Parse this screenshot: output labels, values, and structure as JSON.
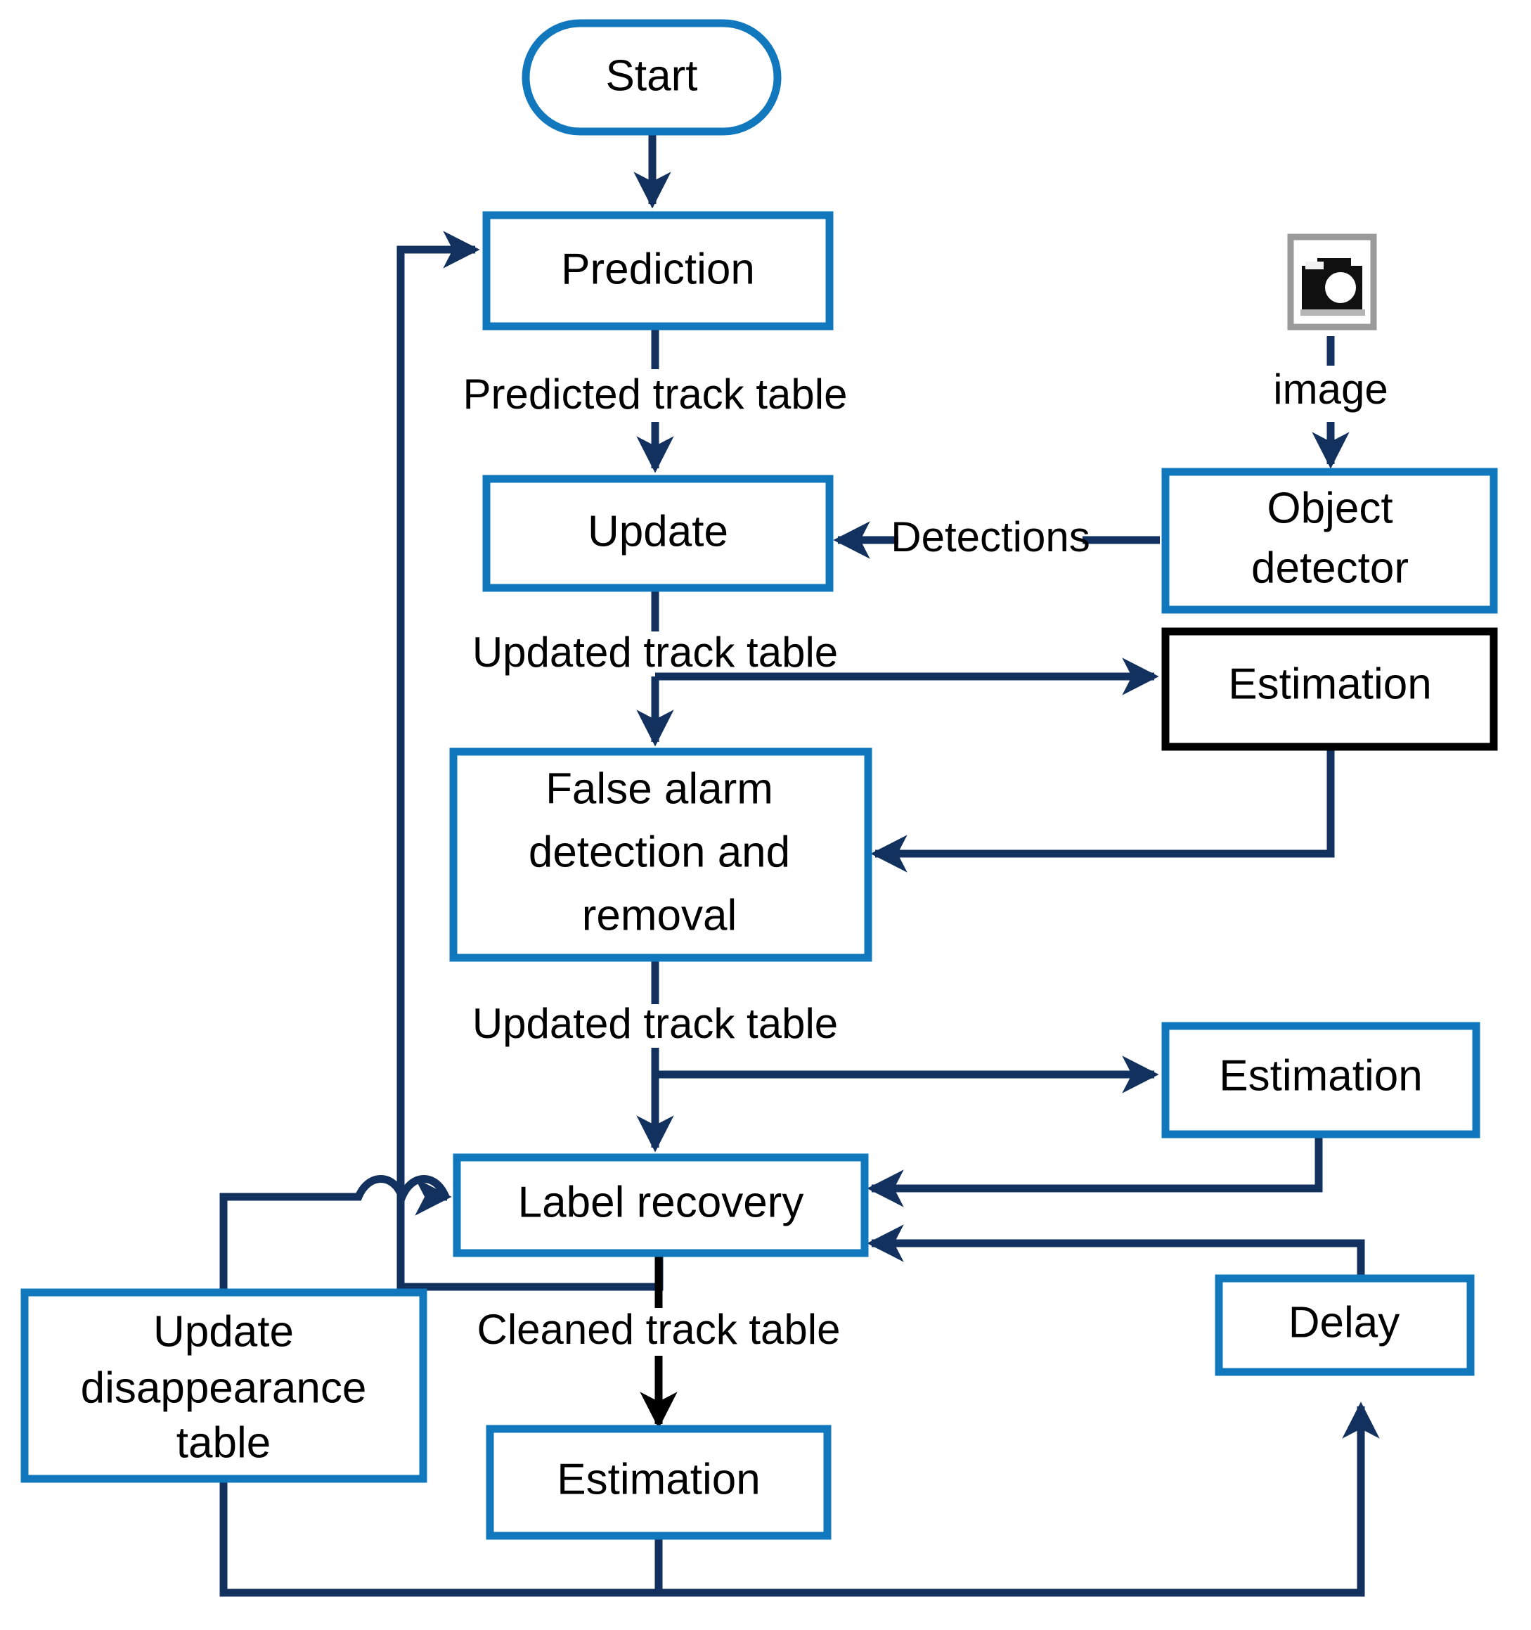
{
  "diagram": {
    "title": "Multi-object tracking pipeline flowchart",
    "colors": {
      "node_blue": "#1278be",
      "node_black": "#000000",
      "edge_navy": "#12315e",
      "edge_black": "#000000",
      "background": "#ffffff"
    },
    "nodes": {
      "start": {
        "label": "Start",
        "shape": "pill",
        "border": "blue"
      },
      "prediction": {
        "label": "Prediction",
        "shape": "rect",
        "border": "blue"
      },
      "update": {
        "label": "Update",
        "shape": "rect",
        "border": "blue"
      },
      "false_alarm": {
        "label": "False alarm detection and removal",
        "line1": "False alarm",
        "line2": "detection and",
        "line3": "removal",
        "shape": "rect",
        "border": "blue"
      },
      "label_recovery": {
        "label": "Label recovery",
        "shape": "rect",
        "border": "blue"
      },
      "estimation_bottom": {
        "label": "Estimation",
        "shape": "rect",
        "border": "blue"
      },
      "update_disappearance": {
        "label": "Update disappearance table",
        "line1": "Update",
        "line2": "disappearance",
        "line3": "table",
        "shape": "rect",
        "border": "blue"
      },
      "object_detector": {
        "label": "Object detector",
        "line1": "Object",
        "line2": "detector",
        "shape": "rect",
        "border": "blue"
      },
      "estimation_top": {
        "label": "Estimation",
        "shape": "rect",
        "border": "black"
      },
      "estimation_mid": {
        "label": "Estimation",
        "shape": "rect",
        "border": "blue"
      },
      "delay": {
        "label": "Delay",
        "shape": "rect",
        "border": "blue"
      },
      "camera": {
        "label": "camera-icon",
        "shape": "icon"
      }
    },
    "edge_labels": {
      "image": "image",
      "detections": "Detections",
      "predicted_track_table": "Predicted track table",
      "updated_track_table_1": "Updated track table",
      "updated_track_table_2": "Updated track table",
      "cleaned_track_table": "Cleaned track table"
    }
  }
}
